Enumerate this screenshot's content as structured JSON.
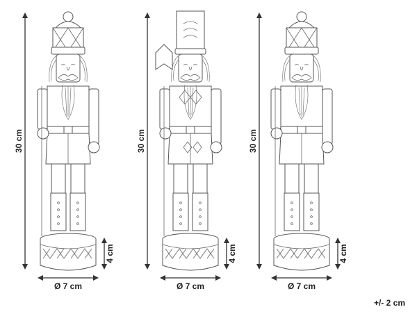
{
  "figures": [
    {
      "id": "nutcracker-crown-left",
      "height_label": "30 cm",
      "base_height_label": "4 cm",
      "diameter_label": "Ø 7 cm"
    },
    {
      "id": "nutcracker-hat-middle",
      "height_label": "30 cm",
      "base_height_label": "4 cm",
      "diameter_label": "Ø 7 cm"
    },
    {
      "id": "nutcracker-crown-right",
      "height_label": "30 cm",
      "base_height_label": "4 cm",
      "diameter_label": "Ø 7 cm"
    }
  ],
  "tolerance": "+/- 2 cm",
  "colors": {
    "line": "#555555",
    "dimension": "#333333",
    "text": "#222222"
  }
}
